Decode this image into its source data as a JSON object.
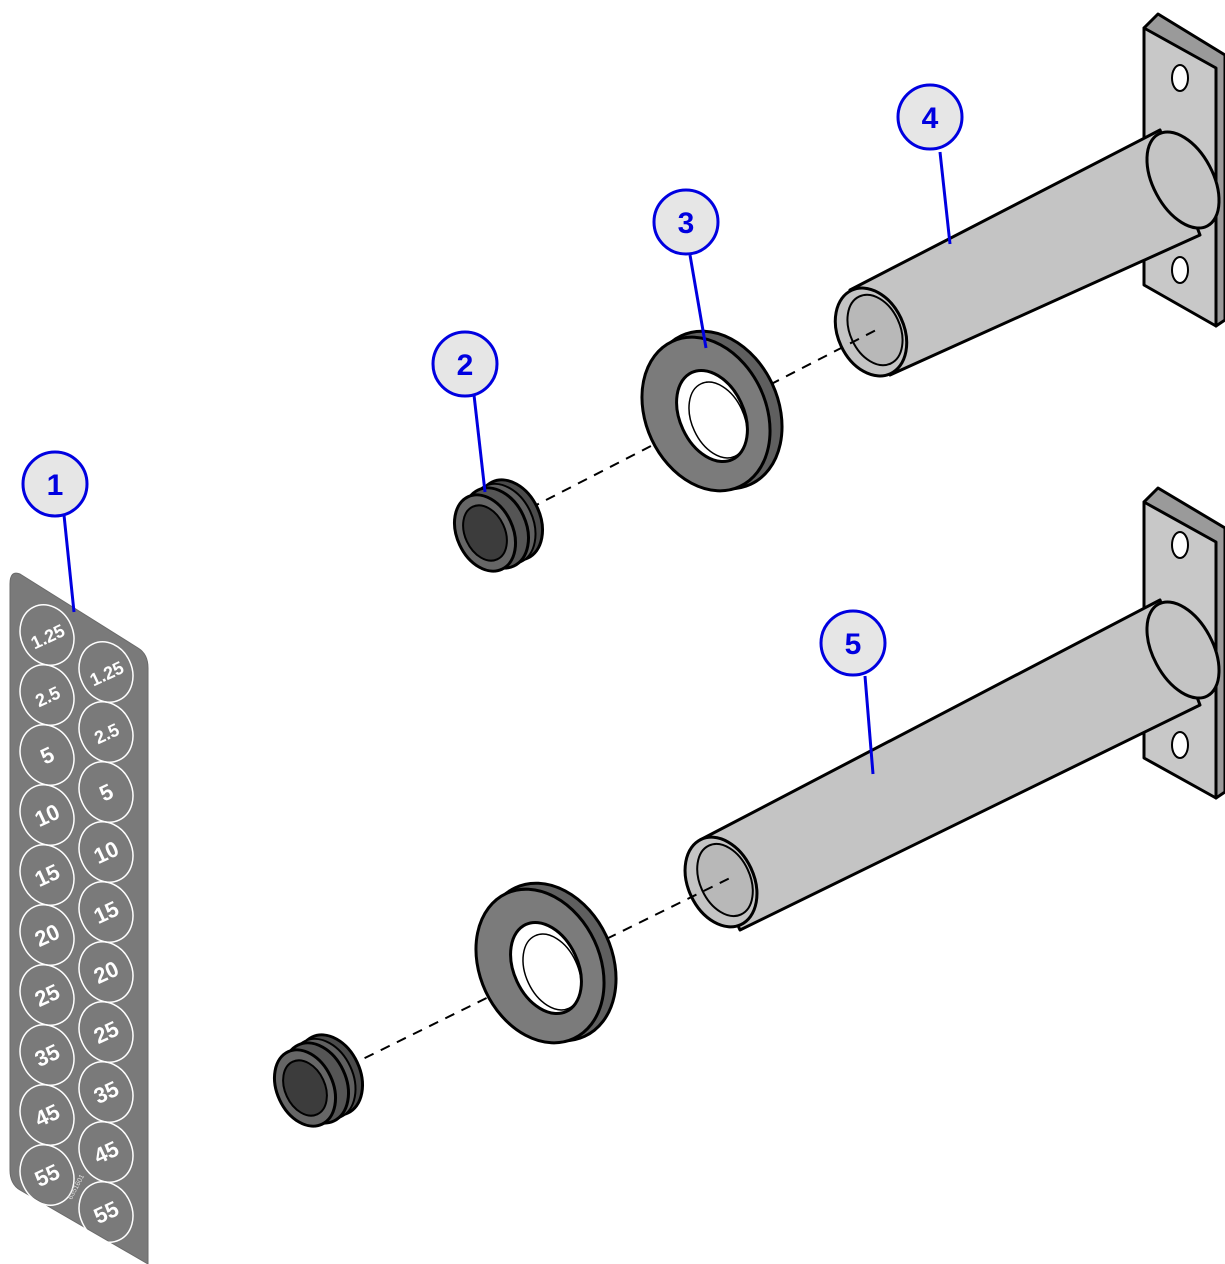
{
  "callouts": [
    {
      "number": "1",
      "target": "weight-decal-sheet"
    },
    {
      "number": "2",
      "target": "end-cap"
    },
    {
      "number": "3",
      "target": "collar-ring"
    },
    {
      "number": "4",
      "target": "short-storage-peg"
    },
    {
      "number": "5",
      "target": "long-storage-peg"
    }
  ],
  "decal": {
    "left_column": [
      "1.25",
      "2.5",
      "5",
      "10",
      "15",
      "20",
      "25",
      "35",
      "45",
      "55"
    ],
    "right_column": [
      "1.25",
      "2.5",
      "5",
      "10",
      "15",
      "20",
      "25",
      "35",
      "45",
      "55"
    ],
    "part_code": "6351601"
  },
  "colors": {
    "callout_outline": "#0000e0",
    "callout_fill": "#e6e6e6",
    "peg_gray": "#c4c4c4",
    "ring_gray": "#7b7b7b",
    "cap_gray": "#555555",
    "decal_gray": "#7a7a7a",
    "outline": "#000000"
  }
}
